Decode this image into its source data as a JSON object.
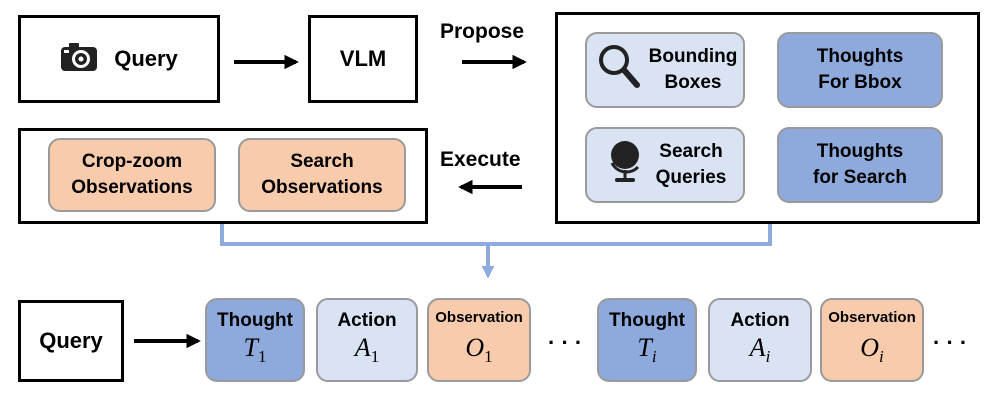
{
  "top_row": {
    "query_label": "Query",
    "vlm_label": "VLM",
    "propose_label": "Propose",
    "execute_label": "Execute"
  },
  "proposals": {
    "bbox_line1": "Bounding",
    "bbox_line2": "Boxes",
    "thoughts_bbox_line1": "Thoughts",
    "thoughts_bbox_line2": "For Bbox",
    "search_line1": "Search",
    "search_line2": "Queries",
    "thoughts_search_line1": "Thoughts",
    "thoughts_search_line2": "for Search"
  },
  "observations": {
    "crop_line1": "Crop-zoom",
    "crop_line2": "Observations",
    "search_line1": "Search",
    "search_line2": "Observations"
  },
  "trajectory": {
    "query_label": "Query",
    "steps": [
      {
        "label": "Thought",
        "symbol": "T",
        "sub": "1"
      },
      {
        "label": "Action",
        "symbol": "A",
        "sub": "1"
      },
      {
        "label": "Observation",
        "symbol": "O",
        "sub": "1"
      },
      {
        "label": "Thought",
        "symbol": "T",
        "sub": "i"
      },
      {
        "label": "Action",
        "symbol": "A",
        "sub": "i"
      },
      {
        "label": "Observation",
        "symbol": "O",
        "sub": "i"
      }
    ],
    "ellipsis": "· · ·"
  },
  "colors": {
    "light_blue": "#dae3f3",
    "dark_blue": "#8ea9db",
    "orange": "#f8cbad",
    "connector": "#8faadc"
  }
}
